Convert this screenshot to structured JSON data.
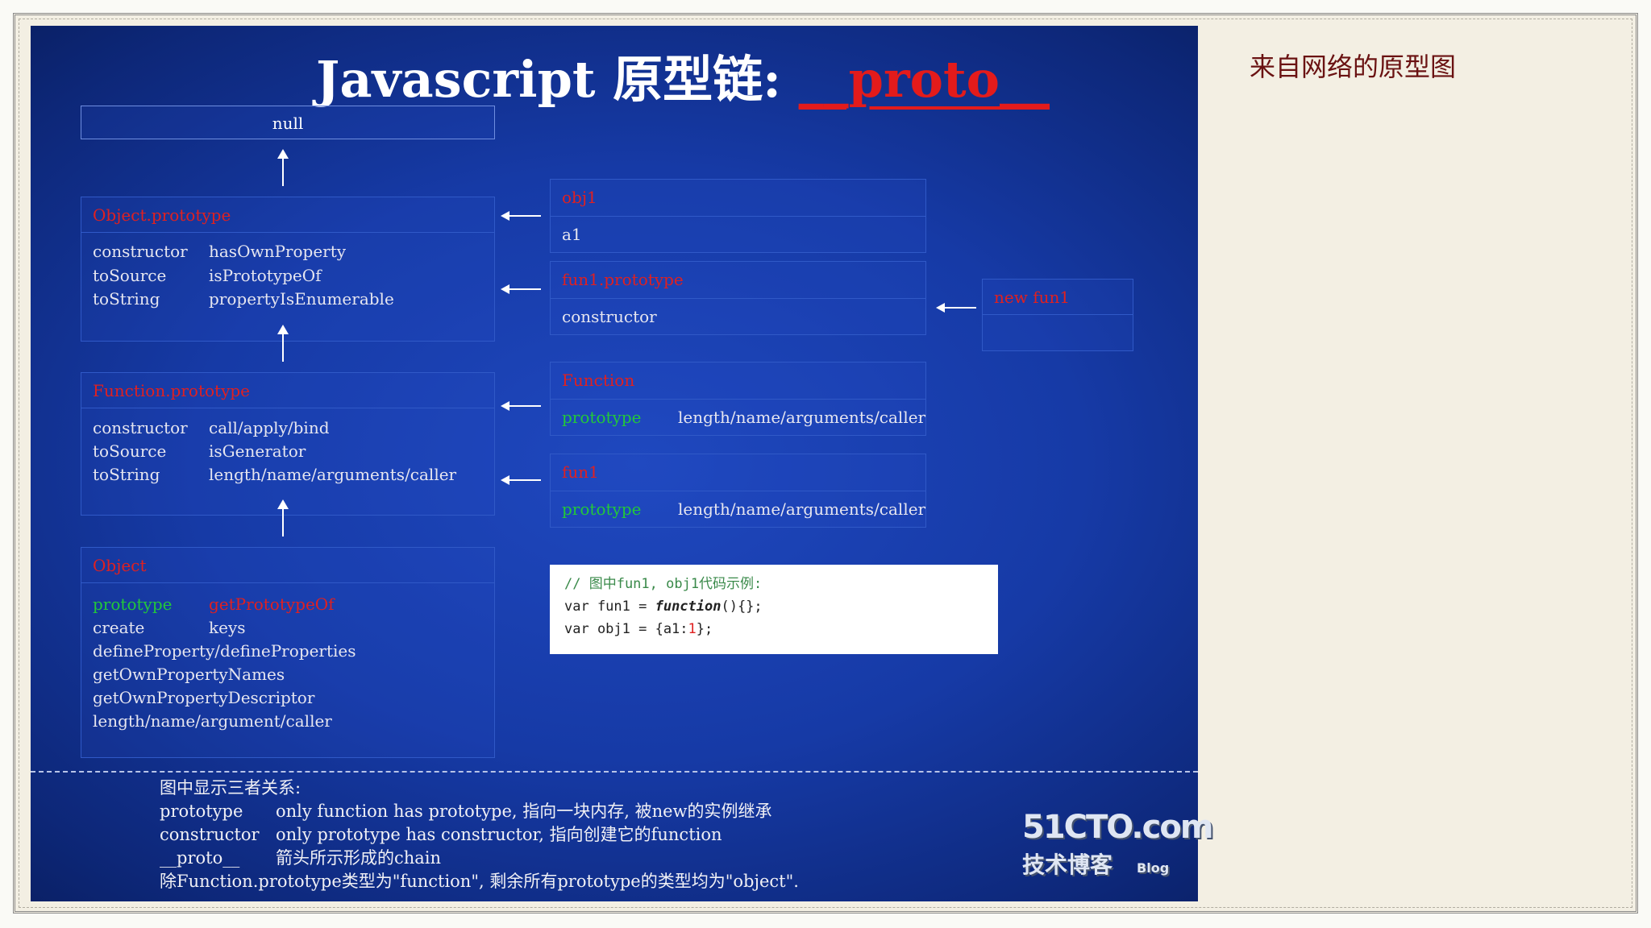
{
  "caption": "来自网络的原型图",
  "title": {
    "prefix": "Javascript 原型链: ",
    "highlight": "__proto__"
  },
  "null_box": {
    "label": "null"
  },
  "object_prototype": {
    "header": "Object.prototype",
    "rows": [
      [
        "constructor",
        "hasOwnProperty"
      ],
      [
        "toSource",
        "isPrototypeOf"
      ],
      [
        "toString",
        "propertyIsEnumerable"
      ]
    ]
  },
  "function_prototype": {
    "header": "Function.prototype",
    "rows": [
      [
        "constructor",
        "call/apply/bind"
      ],
      [
        "toSource",
        "isGenerator"
      ],
      [
        "toString",
        "length/name/arguments/caller"
      ]
    ]
  },
  "object_box": {
    "header": "Object",
    "row1": [
      "prototype",
      "getPrototypeOf"
    ],
    "row2": [
      "create",
      "keys"
    ],
    "lines": [
      "defineProperty/defineProperties",
      "getOwnPropertyNames",
      "getOwnPropertyDescriptor",
      "length/name/argument/caller"
    ]
  },
  "obj1": {
    "header": "obj1",
    "row": "a1"
  },
  "fun1_prototype": {
    "header": "fun1.prototype",
    "row": "constructor"
  },
  "function_box": {
    "header": "Function",
    "k": "prototype",
    "v": "length/name/arguments/caller"
  },
  "fun1_box": {
    "header": "fun1",
    "k": "prototype",
    "v": "length/name/arguments/caller"
  },
  "new_fun1": {
    "header": "new fun1"
  },
  "code": {
    "comment": "// 图中fun1, obj1代码示例:",
    "line1_a": "var fun1 = ",
    "line1_kw": "function",
    "line1_b": "(){};",
    "line2_a": "var obj1 = {a1:",
    "line2_num": "1",
    "line2_b": "};"
  },
  "notes": {
    "title": "图中显示三者关系:",
    "rows": [
      [
        "prototype",
        "only function has prototype, 指向一块内存, 被new的实例继承"
      ],
      [
        "constructor",
        "only prototype has constructor, 指向创建它的function"
      ],
      [
        "__proto__",
        "箭头所示形成的chain"
      ]
    ],
    "last": "除Function.prototype类型为\"function\", 剩余所有prototype的类型均为\"object\"."
  },
  "logo": {
    "line1": "51CTO.com",
    "line2": "技术博客",
    "small": "Blog"
  }
}
